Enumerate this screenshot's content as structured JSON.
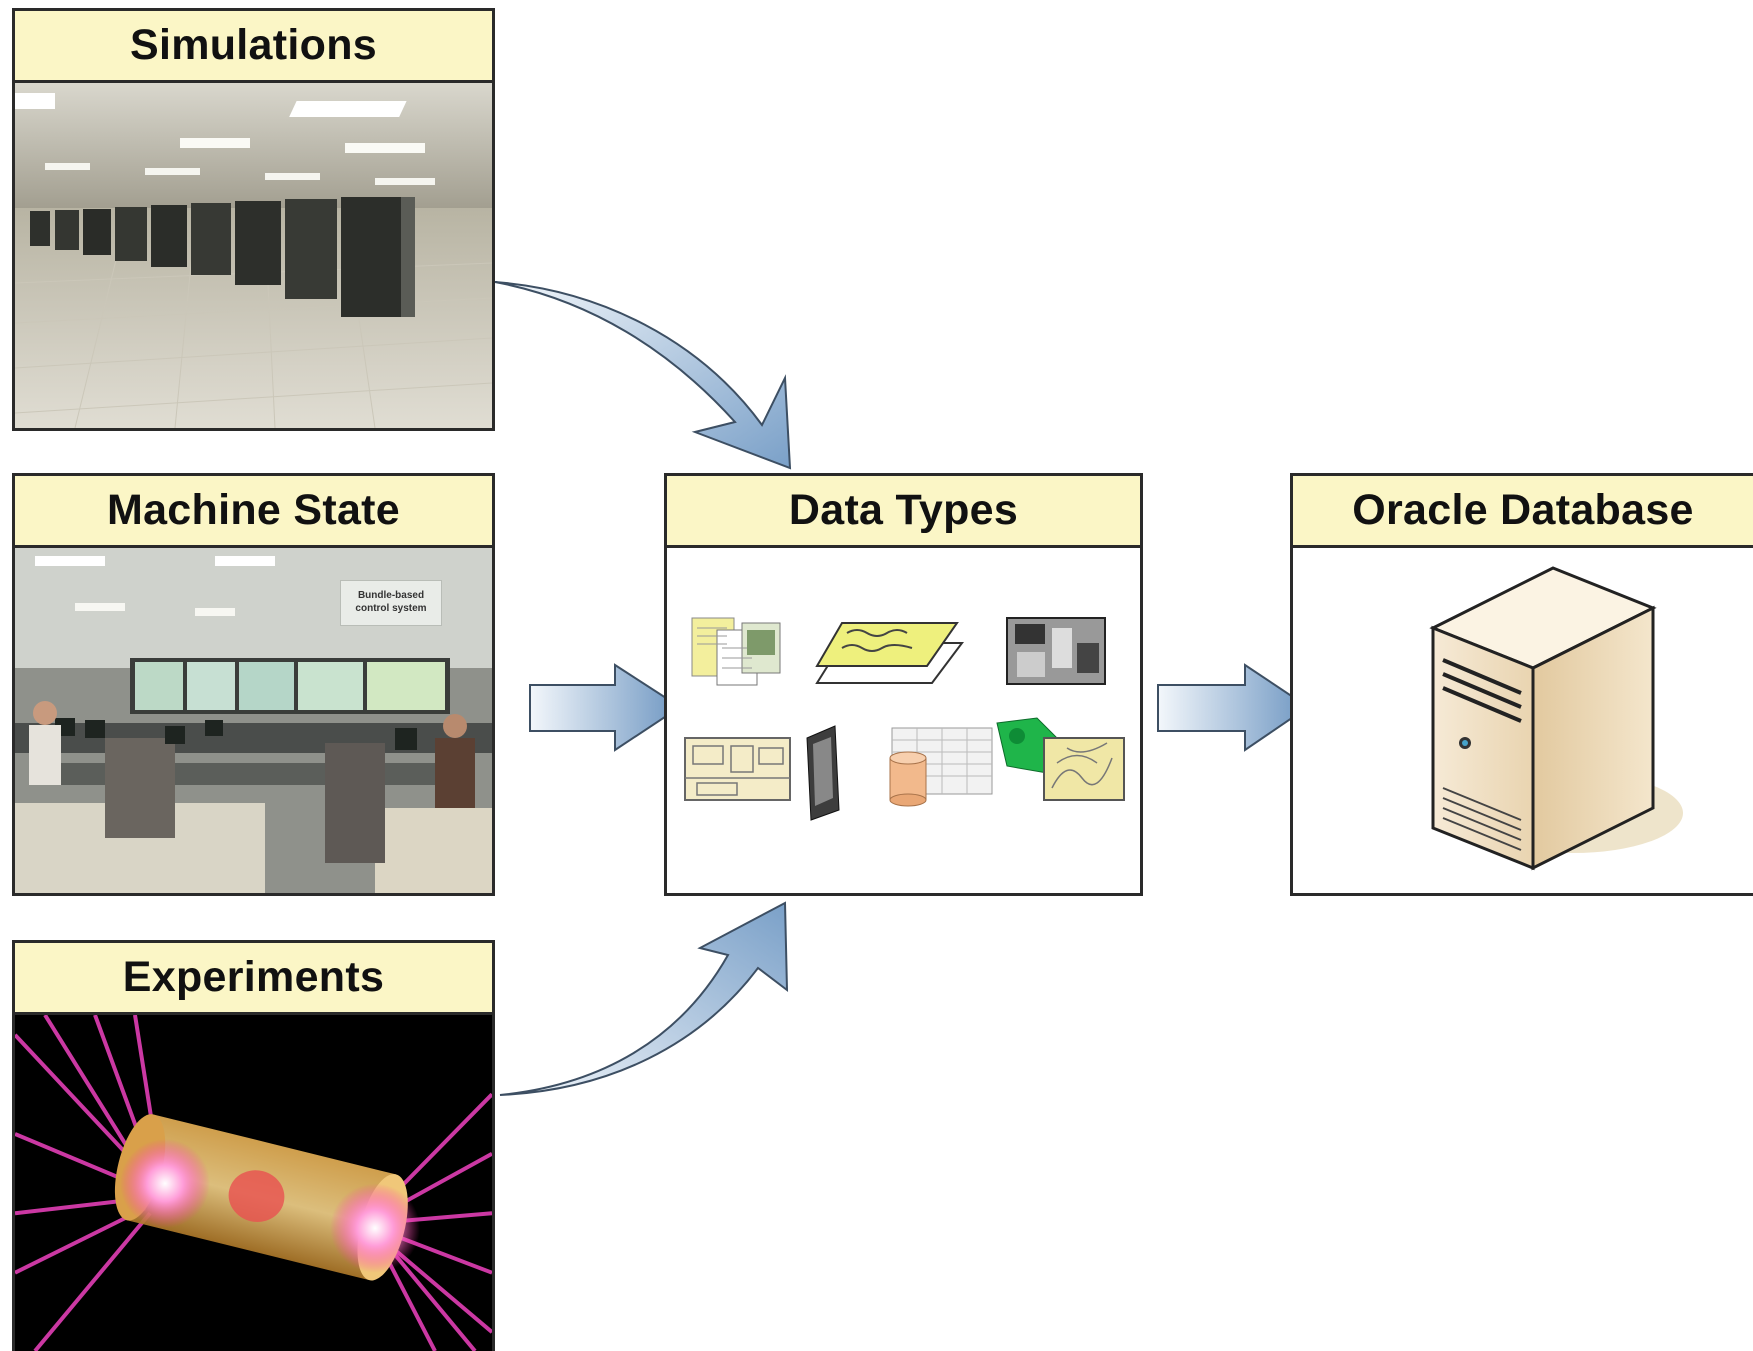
{
  "panels": {
    "simulations": {
      "title": "Simulations"
    },
    "machine_state": {
      "title": "Machine State",
      "overlay_text": "Bundle-based control system"
    },
    "experiments": {
      "title": "Experiments"
    },
    "data_types": {
      "title": "Data Types"
    },
    "oracle_database": {
      "title": "Oracle Database"
    }
  },
  "icons": {
    "server": "server-tower-icon",
    "documents": "documents-icon",
    "layers": "layered-sheets-icon",
    "aerial": "aerial-photo-icon",
    "map": "site-map-icon",
    "notebook": "notebook-icon",
    "database": "database-table-icon",
    "terrain": "terrain-map-icon"
  },
  "colors": {
    "header_fill": "#fbf6c6",
    "border": "#2a2a2a",
    "arrow_light": "#eef3f9",
    "arrow_dark": "#6f97c2"
  }
}
